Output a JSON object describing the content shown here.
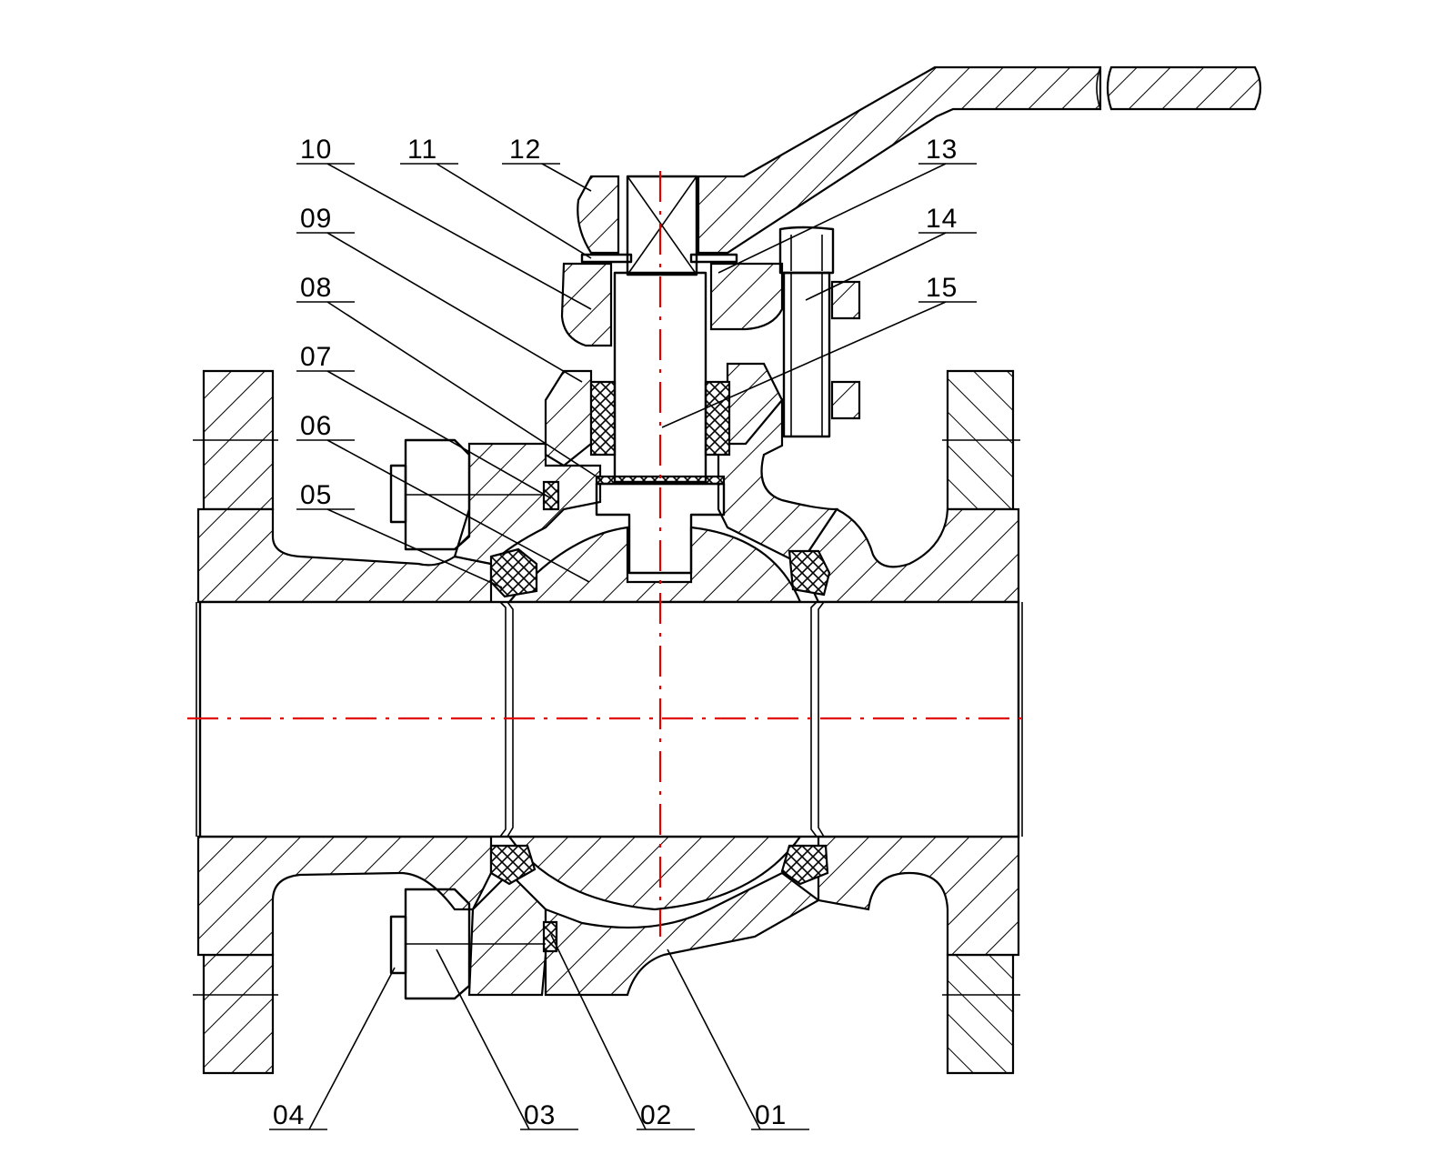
{
  "drawing": {
    "part_labels": {
      "p01": "01",
      "p02": "02",
      "p03": "03",
      "p04": "04",
      "p05": "05",
      "p06": "06",
      "p07": "07",
      "p08": "08",
      "p09": "09",
      "p10": "10",
      "p11": "11",
      "p12": "12",
      "p13": "13",
      "p14": "14",
      "p15": "15"
    },
    "colors": {
      "outline": "#000000",
      "centerline": "#e00000",
      "background": "#ffffff"
    }
  }
}
